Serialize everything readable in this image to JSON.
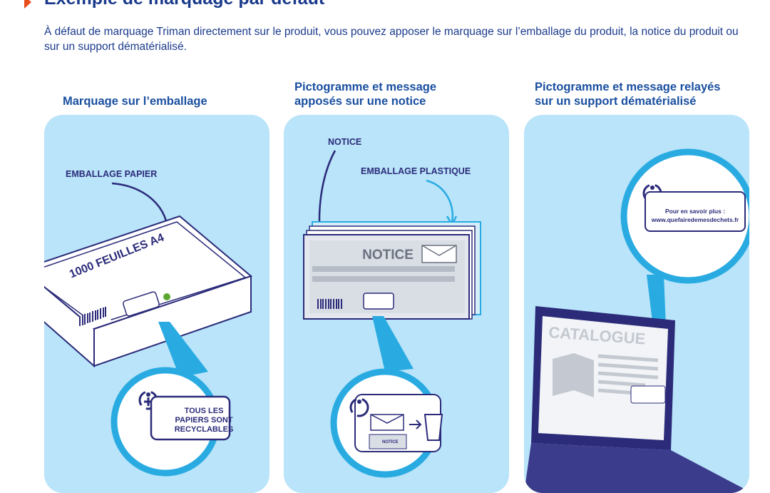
{
  "heading": "Exemple de marquage par défaut",
  "intro": "À défaut de marquage Triman directement sur le produit, vous pouvez apposer le marquage sur l’emballage du produit, la notice du produit ou sur un support dématérialisé.",
  "columns": [
    {
      "title": "Marquage sur l’emballage",
      "labels": {
        "packaging": "EMBALLAGE PAPIER",
        "box_text": "1000 FEUILLES A4",
        "bubble_text": [
          "TOUS LES",
          "PAPIERS SONT",
          "RECYCLABLES"
        ]
      }
    },
    {
      "title_lines": [
        "Pictogramme et message",
        "apposés sur une notice"
      ],
      "labels": {
        "notice": "NOTICE",
        "plastic": "EMBALLAGE PLASTIQUE",
        "notice_cover": "NOTICE",
        "mini_notice": "NOTICE"
      }
    },
    {
      "title_lines": [
        "Pictogramme et message relayés",
        "sur un support dématérialisé"
      ],
      "labels": {
        "bubble_line1": "Pour en savoir plus :",
        "bubble_line2": "www.quefairedemesdechets.fr",
        "screen_title": "CATALOGUE"
      }
    }
  ],
  "colors": {
    "title": "#1a3a8c",
    "accent": "#e84e1b",
    "panel": "#b9e4f9",
    "ink": "#2b2b7a",
    "callout": "#29abe2"
  }
}
